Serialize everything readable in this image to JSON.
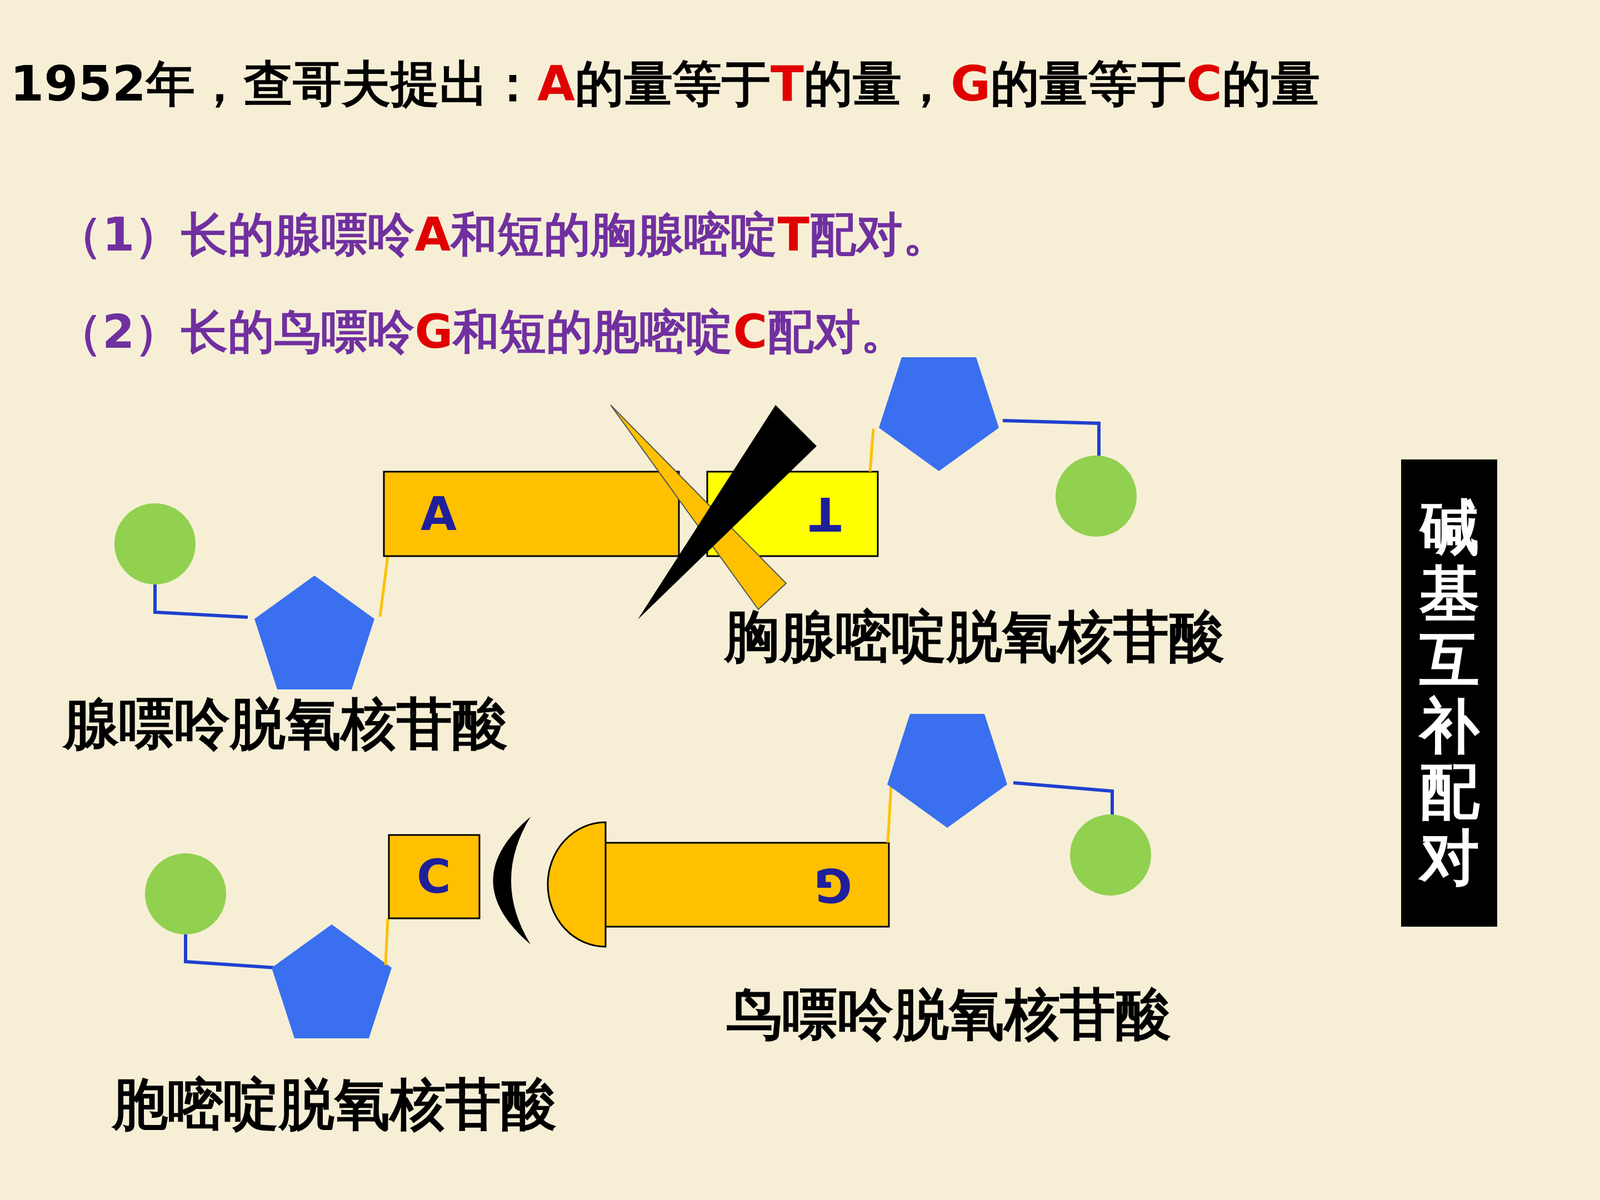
{
  "diagram": {
    "title": "1952年，查哥夫提出：A的量等于T的量，G的量等于C的量",
    "nodes": [
      {
        "text": [
          "A"
        ]
      },
      {
        "text": [
          "T"
        ]
      },
      {
        "text": [
          "碱基互补配对"
        ]
      },
      {
        "text": [
          "C"
        ]
      },
      {
        "text": [
          "G"
        ]
      }
    ],
    "labels": [
      "（1）长的腺嘌呤A和短的胸腺嘧啶T配对。",
      "（2）长的鸟嘌呤G和短的胞嘧啶C配对。",
      "腺嘌呤脱氧核苷酸",
      "胸腺嘧啶脱氧核苷酸",
      "鸟嘌呤脱氧核苷酸",
      "胞嘧啶脱氧核苷酸"
    ]
  }
}
